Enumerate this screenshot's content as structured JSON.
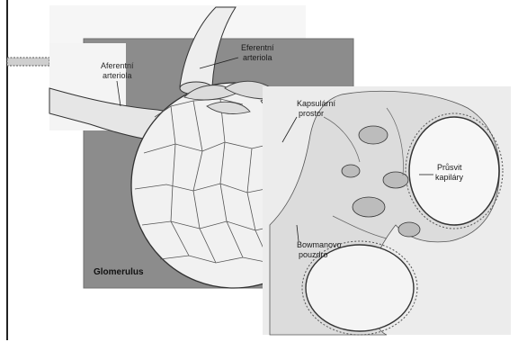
{
  "figure": {
    "title": "Glomerulus",
    "faded_heading_line1": "",
    "faded_heading_line2": ""
  },
  "labels": {
    "afferent_line1": "Aferentní",
    "afferent_line2": "arteriola",
    "efferent_line1": "Eferentní",
    "efferent_line2": "arteriola",
    "capsular_line1": "Kapsulární",
    "capsular_line2": "prostor",
    "bowman_line1": "Bowmanovo",
    "bowman_line2": "pouzdro",
    "lumen_line1": "Průsvit",
    "lumen_line2": "kapiláry"
  },
  "colors": {
    "panel_gray": "#8c8c8c",
    "cell_white": "#f2f2f2",
    "outline": "#3a3a3a",
    "micrograph_bg": "#e9e9e9"
  }
}
